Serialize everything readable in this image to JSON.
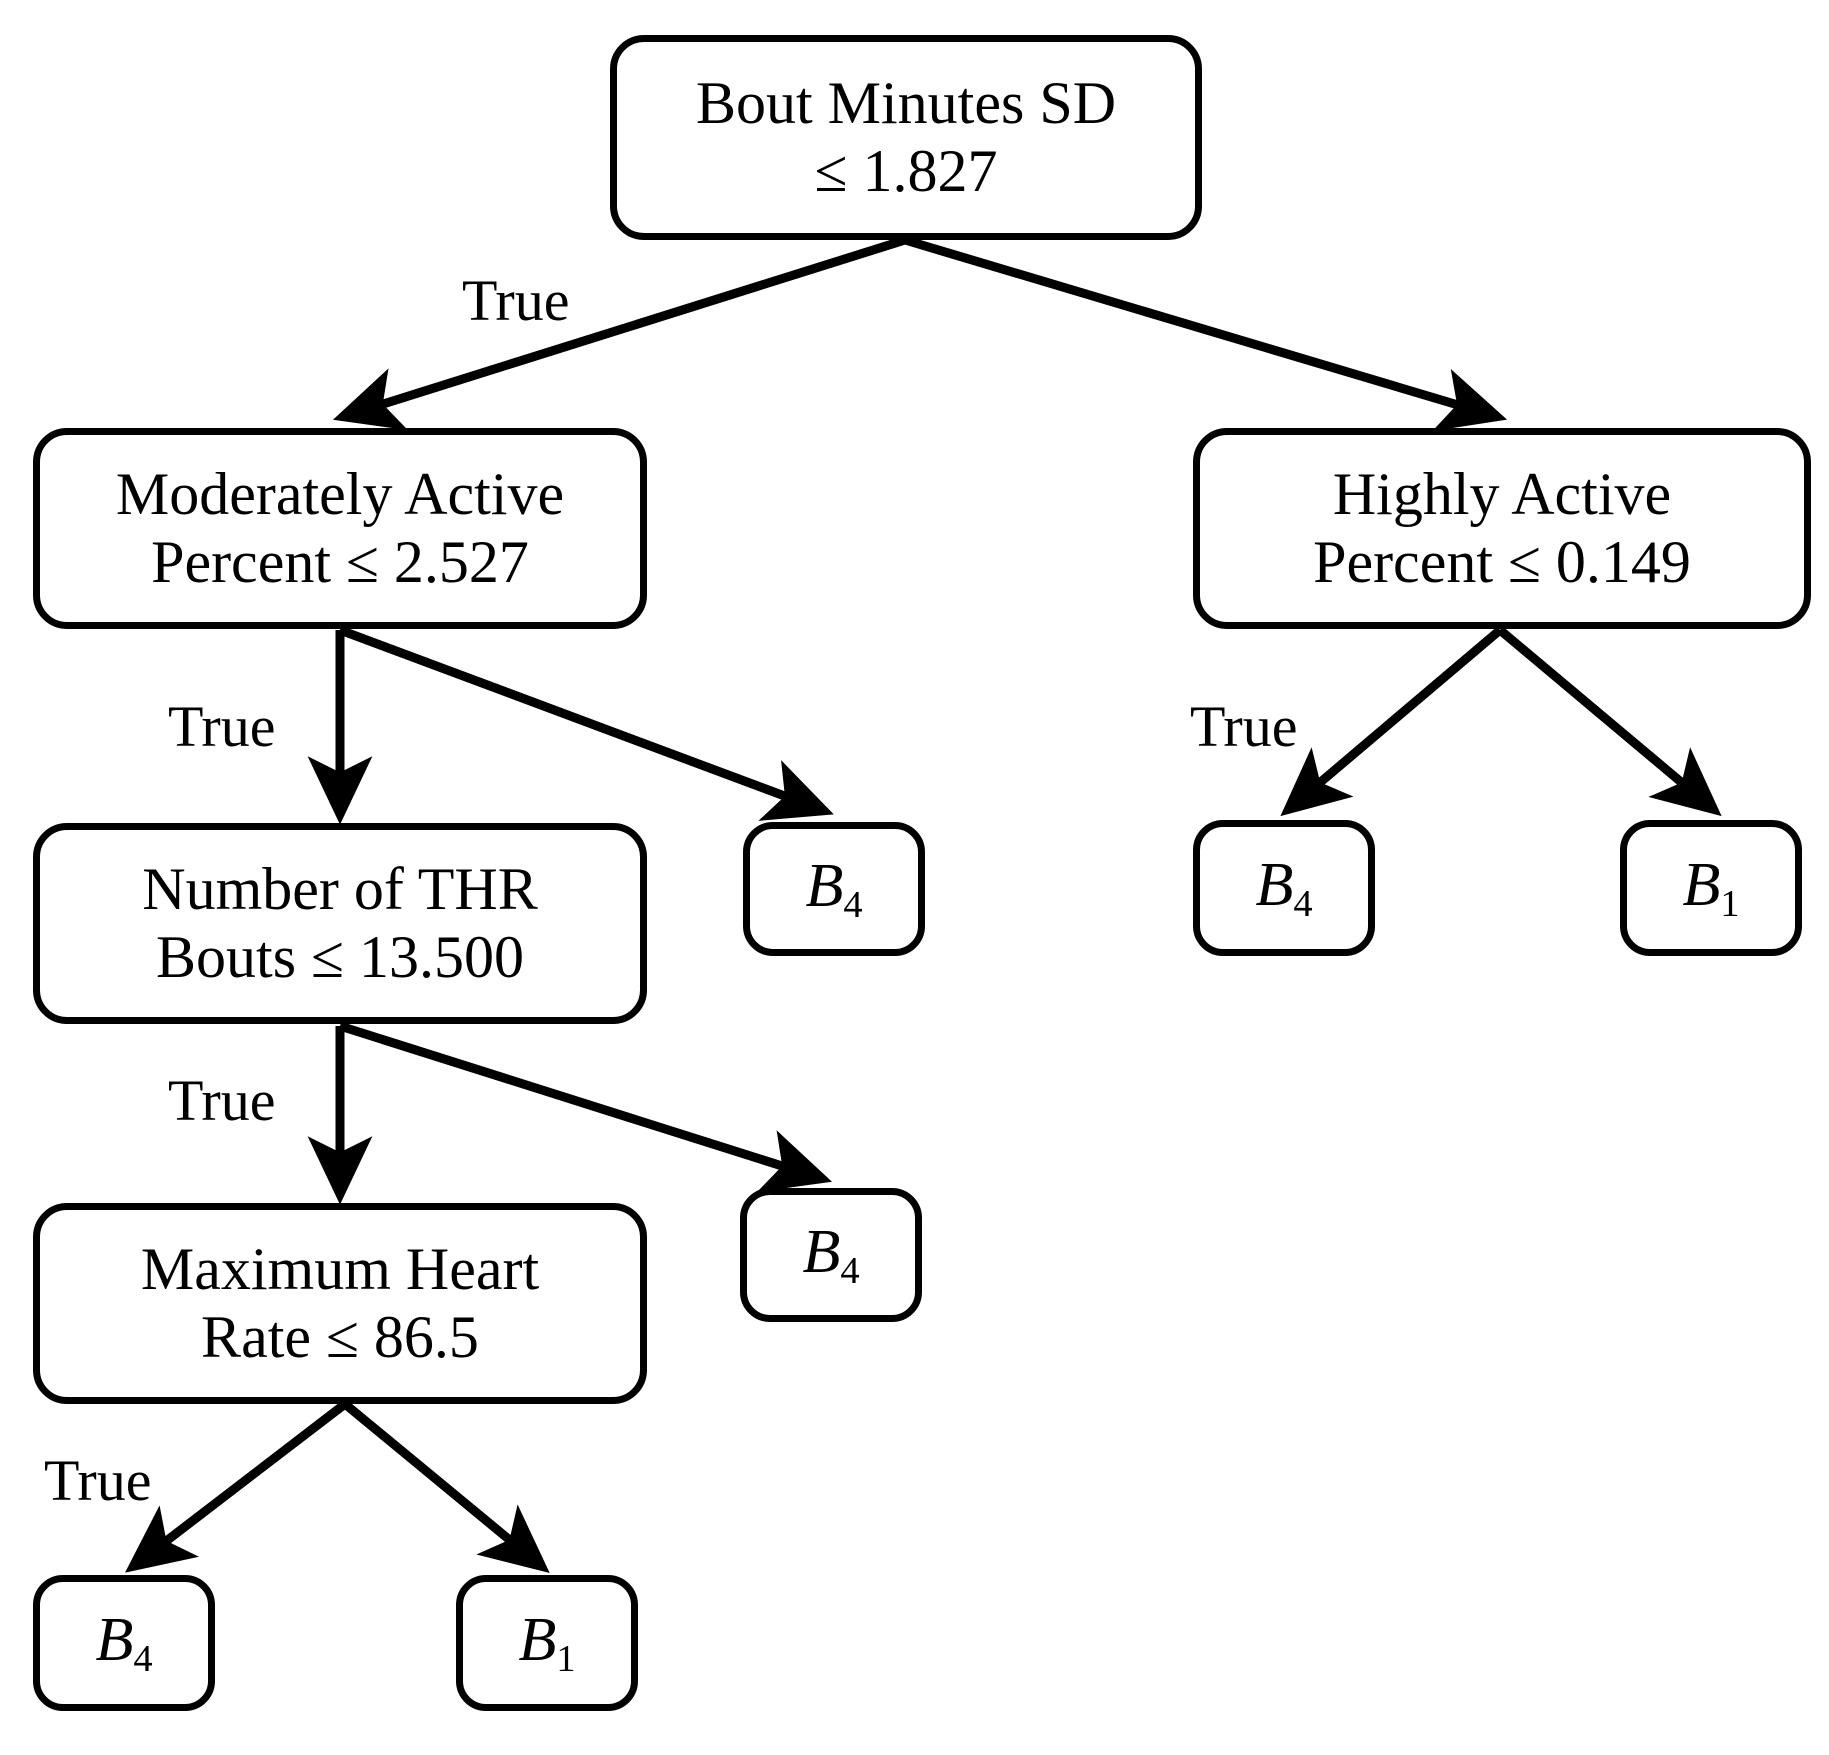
{
  "diagram": {
    "type": "decision-tree",
    "title": "",
    "branch_label_true": "True",
    "nodes": {
      "root": {
        "id": "root",
        "kind": "decision",
        "line1": "Bout Minutes SD",
        "line2": "≤ 1.827",
        "feature": "Bout Minutes SD",
        "operator": "≤",
        "threshold": "1.827"
      },
      "moderately_active": {
        "id": "moderately_active",
        "kind": "decision",
        "line1": "Moderately Active",
        "line2": "Percent ≤ 2.527",
        "feature": "Moderately Active Percent",
        "operator": "≤",
        "threshold": "2.527"
      },
      "highly_active": {
        "id": "highly_active",
        "kind": "decision",
        "line1": "Highly Active",
        "line2": "Percent ≤ 0.149",
        "feature": "Highly Active Percent",
        "operator": "≤",
        "threshold": "0.149"
      },
      "thr_bouts": {
        "id": "thr_bouts",
        "kind": "decision",
        "line1": "Number of THR",
        "line2": "Bouts ≤ 13.500",
        "feature": "Number of THR Bouts",
        "operator": "≤",
        "threshold": "13.500"
      },
      "max_hr": {
        "id": "max_hr",
        "kind": "decision",
        "line1": "Maximum Heart",
        "line2": "Rate ≤ 86.5",
        "feature": "Maximum Heart Rate",
        "operator": "≤",
        "threshold": "86.5"
      },
      "leaf_ma_false": {
        "id": "leaf_ma_false",
        "kind": "leaf",
        "base": "B",
        "subscript": "4"
      },
      "leaf_ha_true": {
        "id": "leaf_ha_true",
        "kind": "leaf",
        "base": "B",
        "subscript": "4"
      },
      "leaf_ha_false": {
        "id": "leaf_ha_false",
        "kind": "leaf",
        "base": "B",
        "subscript": "1"
      },
      "leaf_thr_false": {
        "id": "leaf_thr_false",
        "kind": "leaf",
        "base": "B",
        "subscript": "4"
      },
      "leaf_hr_true": {
        "id": "leaf_hr_true",
        "kind": "leaf",
        "base": "B",
        "subscript": "4"
      },
      "leaf_hr_false": {
        "id": "leaf_hr_false",
        "kind": "leaf",
        "base": "B",
        "subscript": "1"
      }
    },
    "edge_labels": [
      {
        "id": "label-root-true",
        "text": "True"
      },
      {
        "id": "label-ma-true",
        "text": "True"
      },
      {
        "id": "label-ha-true",
        "text": "True"
      },
      {
        "id": "label-thr-true",
        "text": "True"
      },
      {
        "id": "label-hr-true",
        "text": "True"
      }
    ],
    "colors": {
      "stroke": "#000000",
      "fill": "#ffffff",
      "text": "#000000"
    }
  }
}
